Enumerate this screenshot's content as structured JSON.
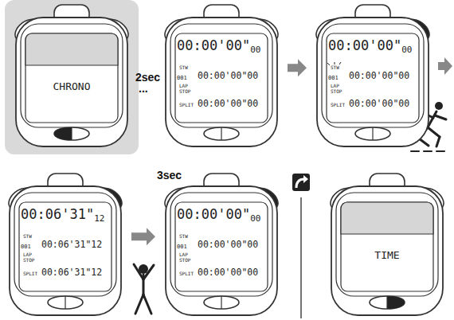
{
  "diagram": {
    "nodes": [
      {
        "text": [
          "CHRONO"
        ]
      },
      {
        "text": [
          "00:00'00\"",
          "00",
          "STW",
          "001",
          "00:00'00\"00",
          "LAP",
          "STOP",
          "SPLIT",
          "00:00'00\"00"
        ]
      },
      {
        "text": [
          "00:00'00\"",
          "00",
          "STW",
          "001",
          "00:00'00\"00",
          "LAP",
          "STOP",
          "SPLIT",
          "00:00'00\"00"
        ]
      },
      {
        "text": [
          "00:06'31\"",
          "12",
          "STW",
          "001",
          "00:06'31\"12",
          "LAP",
          "STOP",
          "SPLIT",
          "00:06'31\"12"
        ]
      },
      {
        "text": [
          "00:00'00\"",
          "00",
          "STW",
          "001",
          "00:00'00\"00",
          "LAP",
          "STOP",
          "SPLIT",
          "00:00'00\"00"
        ]
      },
      {
        "text": [
          "TIME"
        ]
      }
    ],
    "edges": [
      {
        "from": 1,
        "to": 2,
        "arrow": "to"
      },
      {
        "from": 3,
        "to": 4,
        "arrow": "to"
      }
    ],
    "labels": [
      "2sec",
      "...",
      "3sec"
    ]
  }
}
